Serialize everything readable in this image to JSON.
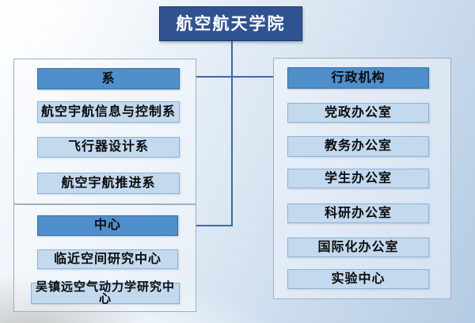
{
  "title": "航空航天学院",
  "colors": {
    "title_box": "#2f5391",
    "header_box": "#4e8fcc",
    "item_box": "#c3d9ee",
    "connector_line": "#3c68a8",
    "title_text": "#ffffff",
    "box_text": "#0b0b0b"
  },
  "sections": [
    {
      "name": "departments",
      "header": "系",
      "items": [
        "航空宇航信息与控制系",
        "飞行器设计系",
        "航空宇航推进系"
      ]
    },
    {
      "name": "centers",
      "header": "中心",
      "items": [
        "临近空间研究中心",
        "吴镇远空气动力学研究中心"
      ]
    },
    {
      "name": "administration",
      "header": "行政机构",
      "items": [
        "党政办公室",
        "教务办公室",
        "学生办公室",
        "科研办公室",
        "国际化办公室",
        "实验中心"
      ]
    }
  ]
}
